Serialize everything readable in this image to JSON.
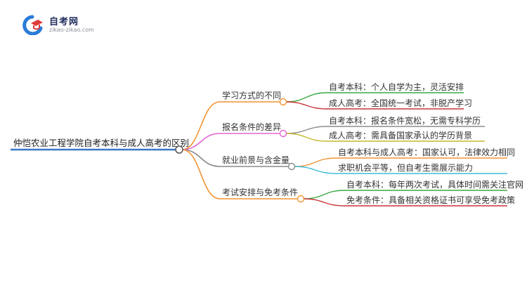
{
  "logo": {
    "title": "自考网",
    "url": "zikao-zikao.com",
    "colors": {
      "blue": "#2b7bd8",
      "red": "#e03b3b",
      "text": "#1f2d5c"
    }
  },
  "mindmap": {
    "root": {
      "label": "仲恺农业工程学院自考本科与成人高考的区别",
      "color": "#3a78c8"
    },
    "branches": [
      {
        "label": "学习方式的不同",
        "color": "#f29433",
        "children": [
          {
            "label": "自考本科：个人自学为主，灵活安排",
            "color": "#3aa843"
          },
          {
            "label": "成人高考：全国统一考试，非脱产学习",
            "color": "#c8343b"
          }
        ]
      },
      {
        "label": "报名条件的差异",
        "color": "#e265d0",
        "children": [
          {
            "label": "自考本科：报名条件宽松，无需专科学历",
            "color": "#8c8c8c"
          },
          {
            "label": "成人高考：需具备国家承认的学历背景",
            "color": "#c4b92a"
          }
        ]
      },
      {
        "label": "就业前景与含金量",
        "color": "#8a8a8a",
        "children": [
          {
            "label": "自考本科与成人高考：国家认可，法律效力相同",
            "color": "#f29433"
          },
          {
            "label": "求职机会平等，但自考生需展示能力",
            "color": "#3cbcd6"
          }
        ]
      },
      {
        "label": "考试安排与免考条件",
        "color": "#f29433",
        "children": [
          {
            "label": "自考本科：每年两次考试，具体时间需关注官网",
            "color": "#3aa843"
          },
          {
            "label": "免考条件：具备相关资格证书可享受免考政策",
            "color": "#c8343b"
          }
        ]
      }
    ]
  }
}
